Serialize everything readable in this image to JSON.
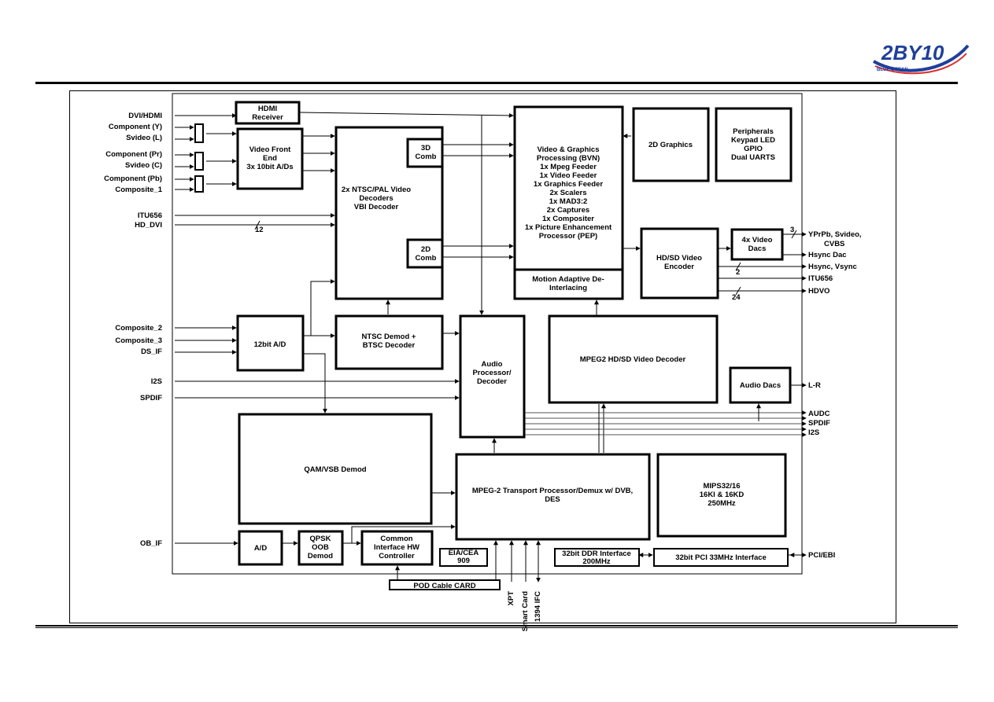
{
  "logo": {
    "text": "2BY10",
    "sub": "BLUE OCEAN",
    "colors": {
      "blue": "#1f3f9a",
      "red": "#d92b2b"
    }
  },
  "inputs": {
    "dvi_hdmi": "DVI/HDMI",
    "component_y": "Component (Y)",
    "svideo_l": "Svideo (L)",
    "component_pr": "Component (Pr)",
    "svideo_c": "Svideo (C)",
    "component_pb": "Component (Pb)",
    "composite_1": "Composite_1",
    "itu656": "ITU656",
    "hd_dvi": "HD_DVI",
    "composite_2": "Composite_2",
    "composite_3": "Composite_3",
    "ds_if": "DS_IF",
    "i2s": "I2S",
    "spdif": "SPDIF",
    "ob_if": "OB_IF"
  },
  "outputs": {
    "yprpb_1": "YPrPb, Svideo,",
    "yprpb_2": "CVBS",
    "hsync_dac": "Hsync Dac",
    "hsync_vsync": "Hsync, Vsync",
    "itu656": "ITU656",
    "hdvo": "HDVO",
    "lr": "L-R",
    "audc": "AUDC",
    "spdif": "SPDIF",
    "i2s": "I2S",
    "pci_ebi": "PCI/EBI"
  },
  "bus_widths": {
    "hd_dvi": "12",
    "yprpb": "3",
    "hsync": "2",
    "hdvo": "24"
  },
  "bottom_pins": {
    "xpt": "XPT",
    "smart_card": "Smart Card",
    "ifc_1394": "1394 IFC"
  },
  "blocks": {
    "hdmi": [
      "HDMI",
      "Receiver"
    ],
    "vfe": [
      "Video Front",
      "End",
      "3x 10bit A/Ds"
    ],
    "decoders": [
      "2x NTSC/PAL Video",
      "Decoders",
      "",
      "VBI Decoder"
    ],
    "comb3d": [
      "3D",
      "Comb"
    ],
    "comb2d": [
      "2D",
      "Comb"
    ],
    "bvn": [
      "Video & Graphics",
      "Processing (BVN)",
      "",
      "1x Mpeg Feeder",
      "1x Video Feeder",
      "1x Graphics Feeder",
      "2x Scalers",
      "1x MAD3:2",
      "2x Captures",
      "1x Compositer",
      "1x Picture Enhancement",
      "Processor (PEP)"
    ],
    "mad": [
      "Motion Adaptive De-",
      "Interlacing"
    ],
    "g2d": [
      "2D Graphics"
    ],
    "periph": [
      "Peripherals",
      "Keypad LED",
      "GPIO",
      "Dual UARTS"
    ],
    "encoder": [
      "HD/SD Video",
      "Encoder"
    ],
    "vdacs": [
      "4x Video",
      "Dacs"
    ],
    "adc12": [
      "12bit A/D"
    ],
    "ntscdemod": [
      "NTSC Demod +",
      "BTSC Decoder"
    ],
    "audio": [
      "Audio",
      "Processor/",
      "Decoder"
    ],
    "mpeg2dec": [
      "MPEG2 HD/SD Video Decoder"
    ],
    "adacs": [
      "Audio Dacs"
    ],
    "qam": [
      "QAM/VSB Demod"
    ],
    "transport": [
      "MPEG-2 Transport Processor/Demux  w/ DVB,",
      "DES"
    ],
    "mips": [
      "MIPS32/16",
      "16KI & 16KD",
      "250MHz"
    ],
    "ad": [
      "A/D"
    ],
    "qpsk": [
      "QPSK",
      "OOB",
      "Demod"
    ],
    "ci": [
      "Common",
      "Interface HW",
      "Controller"
    ],
    "eia": [
      "EIA/CEA",
      "909"
    ],
    "ddr": [
      "32bit DDR Interface",
      "200MHz"
    ],
    "pci": [
      "32bit PCI 33MHz Interface"
    ],
    "pod": [
      "POD Cable CARD"
    ]
  }
}
